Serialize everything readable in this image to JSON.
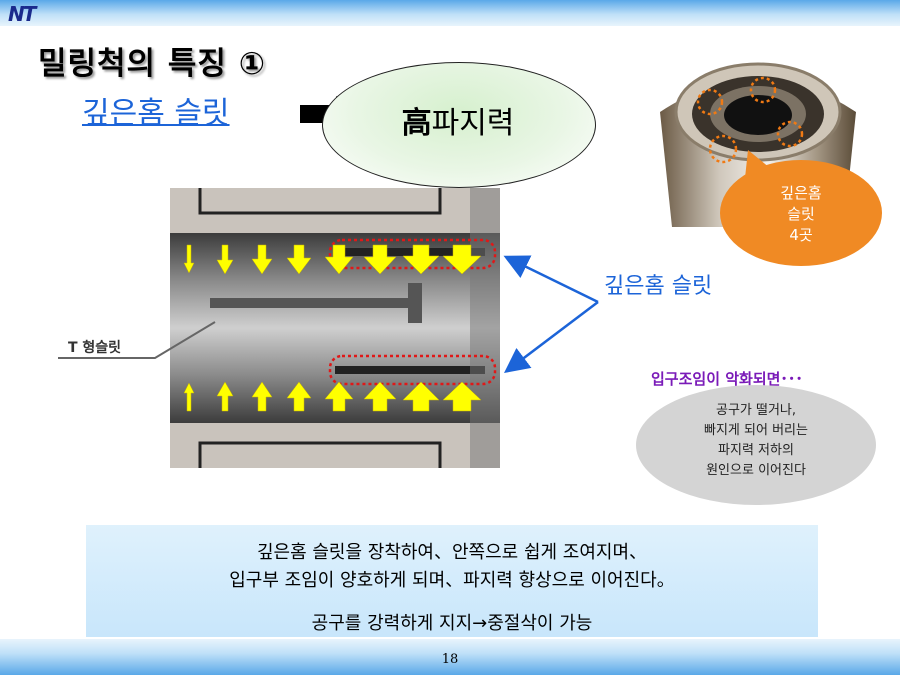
{
  "header": {
    "logo_text": "NT"
  },
  "slide": {
    "title": "밀링척의 특징 ①",
    "subtitle": "깊은홈 슬릿",
    "result_bold": "高",
    "result_rest": "파지력",
    "badge_lines": [
      "깊은홈",
      "슬릿",
      "4곳"
    ],
    "slit_label": "깊은홈 슬릿",
    "t_slit_label": "T 형슬릿",
    "warning_title": "입구조임이 악화되면･･･",
    "warning_lines": [
      "공구가 떨거나,",
      "빠지게 되어 버리는",
      "파지력 저하의",
      "원인으로 이어진다"
    ],
    "summary_lines": [
      "깊은홈 슬릿을 장착하여、안쪽으로 쉽게 조여지며、",
      "입구부 조임이 양호하게 되며、파지력 향상으로 이어진다。",
      "공구를 강력하게 지지→중절삭이 가능"
    ],
    "page_number": "18"
  },
  "colors": {
    "accent_blue": "#1c64d8",
    "badge_orange": "#f08a24",
    "arrow_yellow": "#ffff00",
    "warning_purple": "#7a1ab8"
  }
}
